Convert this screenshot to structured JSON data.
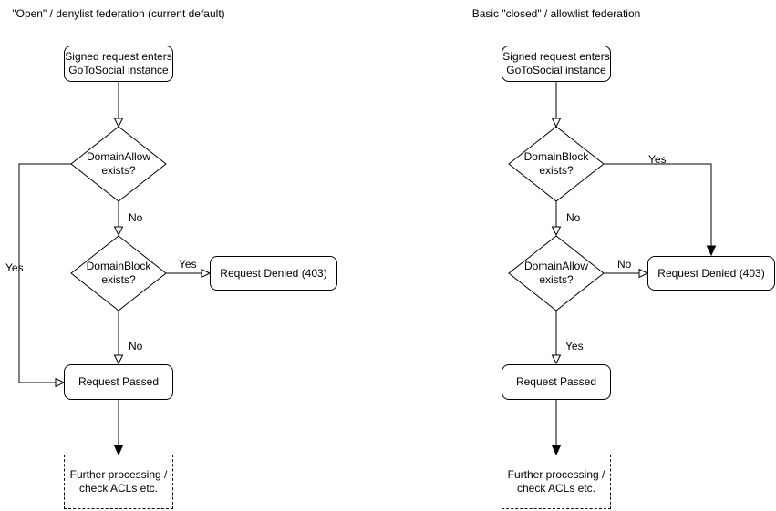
{
  "diagrams": [
    {
      "title": "\"Open\" / denylist federation (current default)",
      "nodes": {
        "start": "Signed request enters\nGoToSocial instance",
        "decision1": "DomainAllow\nexists?",
        "decision2": "DomainBlock\nexists?",
        "denied": "Request Denied (403)",
        "passed": "Request Passed",
        "further": "Further processing /\ncheck ACLs etc."
      },
      "edge_labels": {
        "decision1_yes": "Yes",
        "decision1_no": "No",
        "decision2_yes": "Yes",
        "decision2_no": "No"
      }
    },
    {
      "title": "Basic \"closed\" / allowlist federation",
      "nodes": {
        "start": "Signed request enters\nGoToSocial instance",
        "decision1": "DomainBlock\nexists?",
        "decision2": "DomainAllow\nexists?",
        "denied": "Request Denied (403)",
        "passed": "Request Passed",
        "further": "Further processing /\ncheck ACLs etc."
      },
      "edge_labels": {
        "decision1_yes": "Yes",
        "decision1_no": "No",
        "decision2_no": "No",
        "decision2_yes": "Yes"
      }
    }
  ],
  "colors": {
    "stroke": "#000000",
    "fill": "#ffffff",
    "text": "#000000"
  }
}
